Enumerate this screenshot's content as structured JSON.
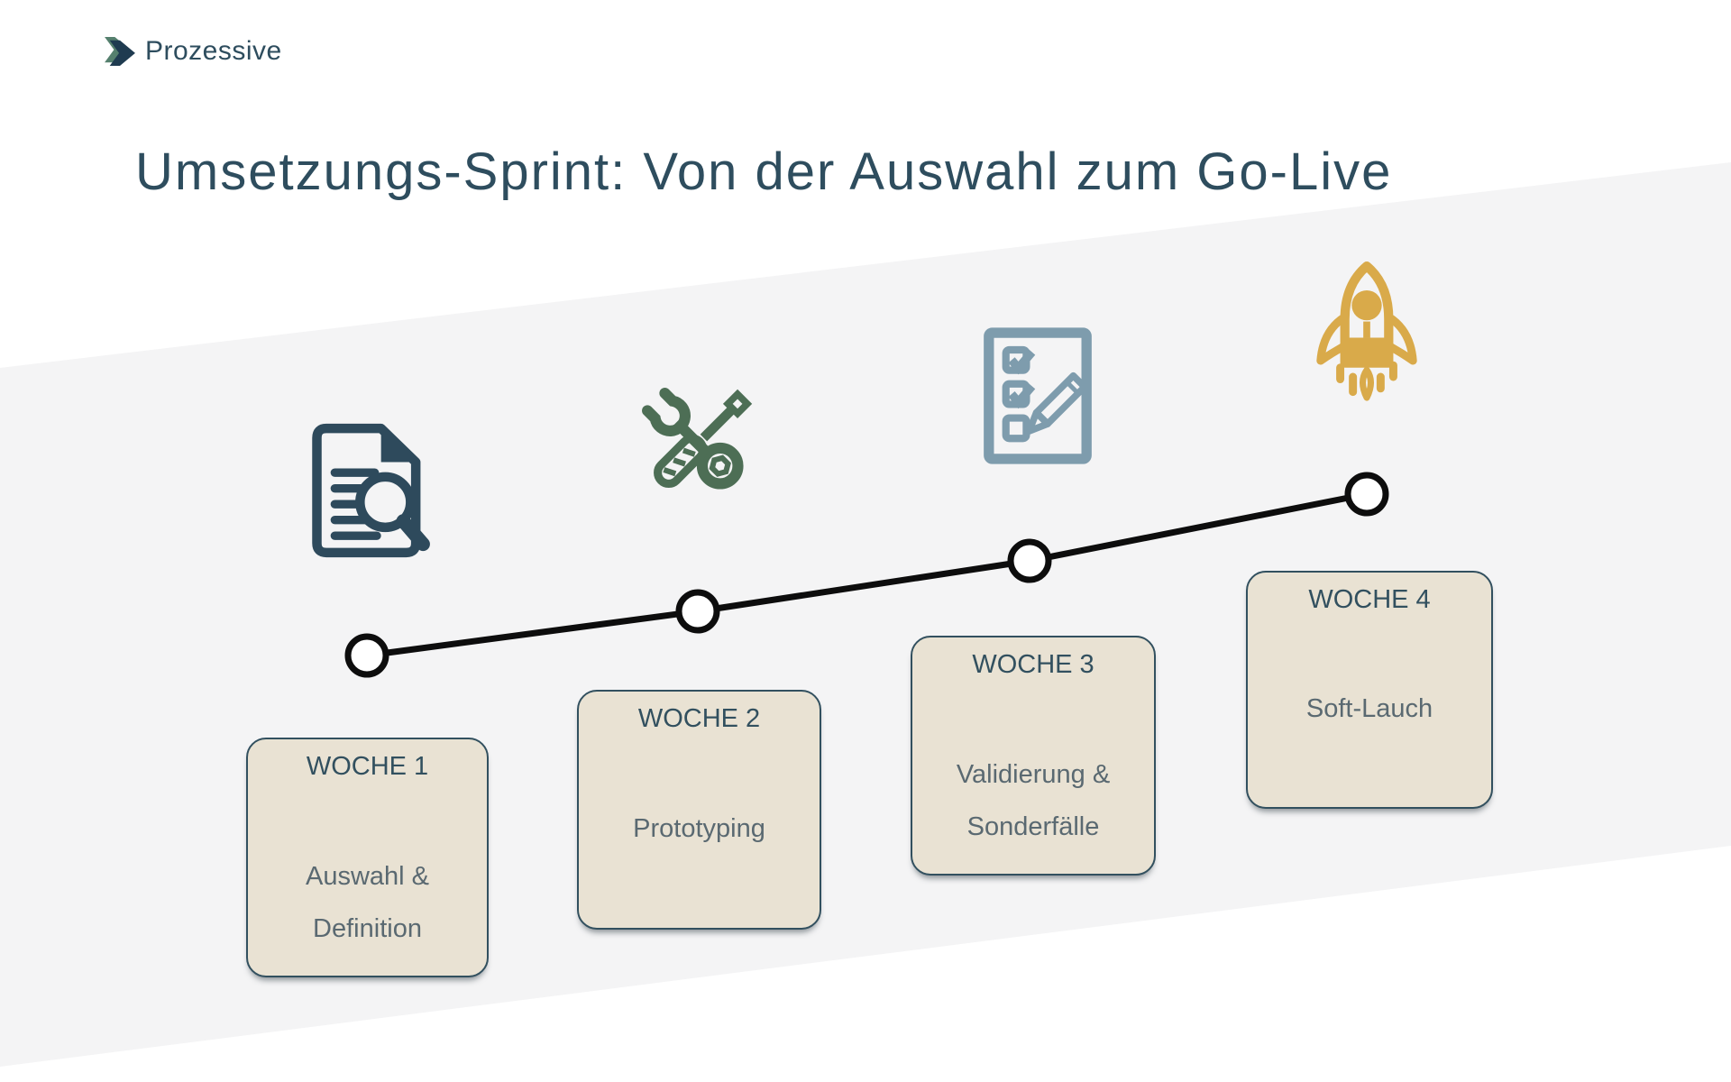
{
  "brand": {
    "name": "Prozessive"
  },
  "page": {
    "title": "Umsetzungs-Sprint: Von der Auswahl zum Go-Live"
  },
  "timeline": {
    "weeks": [
      {
        "label": "WOCHE 1",
        "description": "Auswahl & Definition",
        "icon": "document-search-icon"
      },
      {
        "label": "WOCHE 2",
        "description": "Prototyping",
        "icon": "tools-icon"
      },
      {
        "label": "WOCHE 3",
        "description": "Validierung & Sonderfälle",
        "icon": "checklist-pencil-icon"
      },
      {
        "label": "WOCHE 4",
        "description": "Soft-Lauch",
        "icon": "rocket-icon"
      }
    ]
  },
  "colors": {
    "title_text": "#2e4d5e",
    "background_band": "#f4f4f5",
    "card_background": "#e9e2d3",
    "card_border": "#32505f",
    "card_label_text": "#32505f",
    "card_body_text": "#5a6971",
    "icon_document": "#2e4a5c",
    "icon_tools": "#4d6e55",
    "icon_checklist": "#7e9cad",
    "icon_rocket": "#d9aa4a",
    "timeline_line": "#0d0d0d",
    "timeline_node_fill": "#ffffff",
    "logo_navy": "#1f3b50",
    "logo_green": "#55806e"
  }
}
